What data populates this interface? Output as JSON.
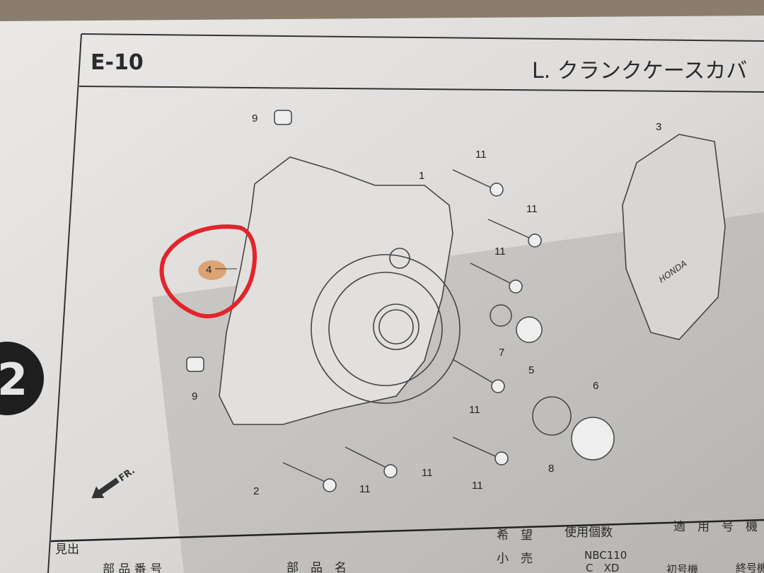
{
  "header": {
    "page_id": "E-10",
    "title": "L. クランクケースカバ"
  },
  "side_tab": "2",
  "front_arrow": "FR.",
  "callouts": [
    "9",
    "11",
    "1",
    "3",
    "11",
    "11",
    "4",
    "7",
    "5",
    "6",
    "9",
    "11",
    "8",
    "11",
    "11",
    "11",
    "2"
  ],
  "decal_text": "HONDA",
  "footer": {
    "midashi": "見出",
    "part_number": "部 品 番 号",
    "part_name": "部　品　名",
    "kibou": "希　望",
    "kouri": "小　売",
    "qty": "使用個数",
    "model": "NBC110",
    "model_sub": "C　XD",
    "applicable": "適　用　号　機",
    "first": "初号機",
    "last": "終号機"
  },
  "annotation": {
    "color": "#e3242b",
    "highlight": "#d9955a"
  }
}
